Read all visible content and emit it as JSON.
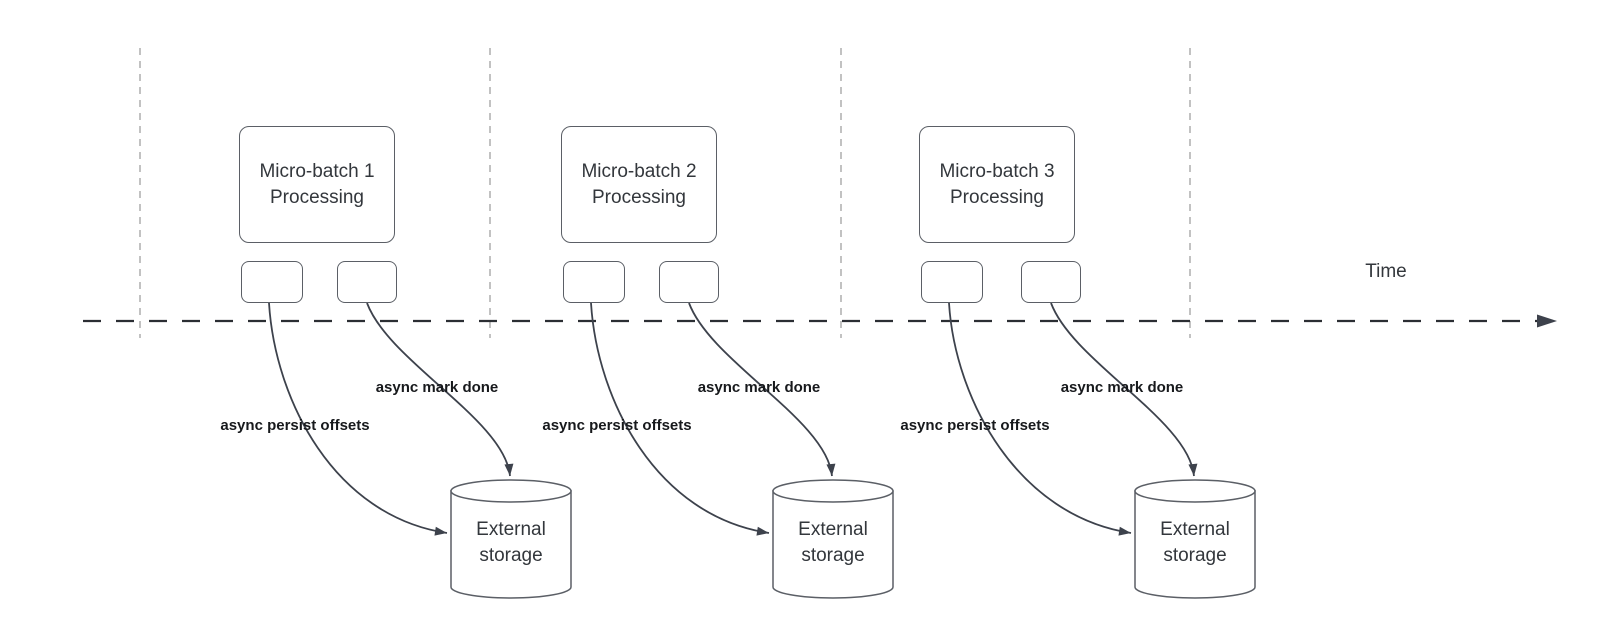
{
  "diagram": {
    "time_label": "Time",
    "groups": [
      {
        "title_line1": "Micro-batch 1",
        "title_line2": "Processing",
        "persist_label": "async persist offsets",
        "done_label": "async mark done",
        "storage_line1": "External",
        "storage_line2": "storage"
      },
      {
        "title_line1": "Micro-batch 2",
        "title_line2": "Processing",
        "persist_label": "async persist offsets",
        "done_label": "async mark done",
        "storage_line1": "External",
        "storage_line2": "storage"
      },
      {
        "title_line1": "Micro-batch 3",
        "title_line2": "Processing",
        "persist_label": "async persist offsets",
        "done_label": "async mark done",
        "storage_line1": "External",
        "storage_line2": "storage"
      }
    ],
    "colors": {
      "stroke": "#5b5f66",
      "arrow": "#3d424c",
      "timeline": "#2b2e33",
      "guide": "#a8a8a8",
      "label": "#17191c",
      "text": "#33373c"
    }
  }
}
